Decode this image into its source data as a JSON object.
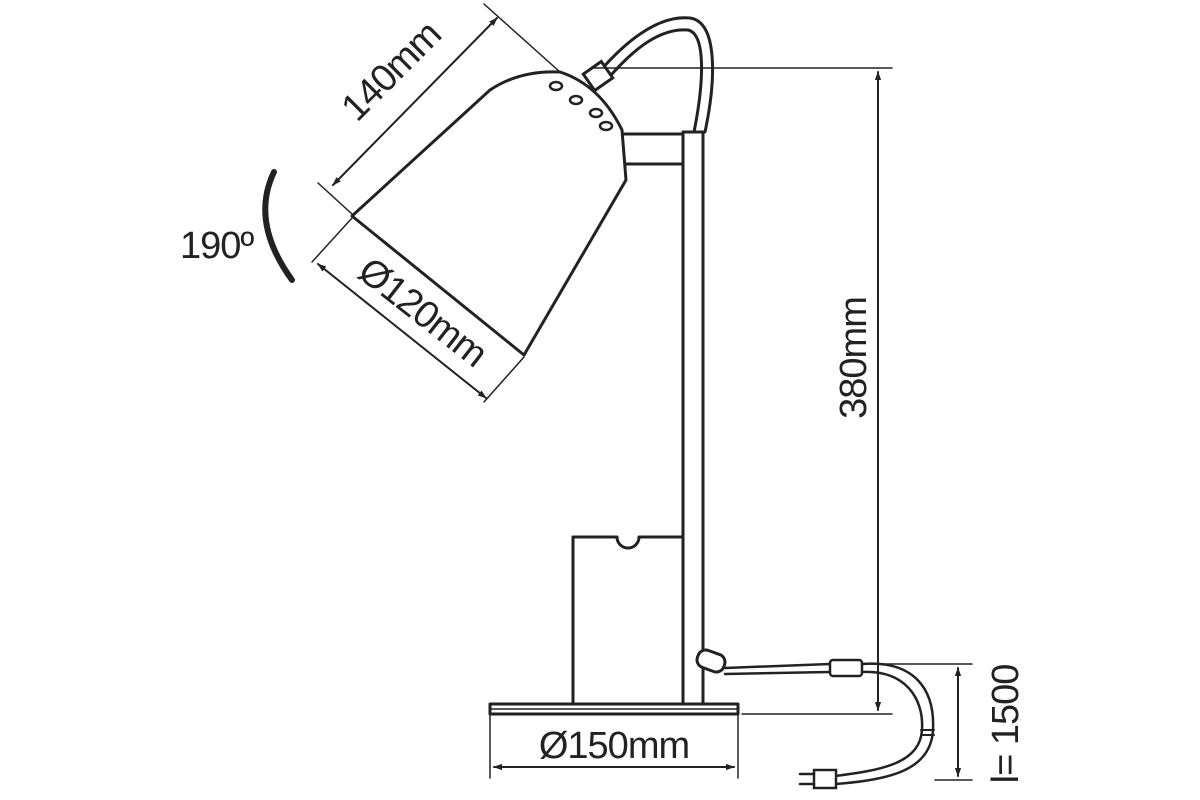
{
  "labels": {
    "shade_length": "140mm",
    "shade_diameter": "Ø120mm",
    "rotation": "190º",
    "height": "380mm",
    "base_diameter": "Ø150mm",
    "cable_length": "l= 1500"
  },
  "colors": {
    "line": "#222222",
    "background": "#ffffff"
  }
}
